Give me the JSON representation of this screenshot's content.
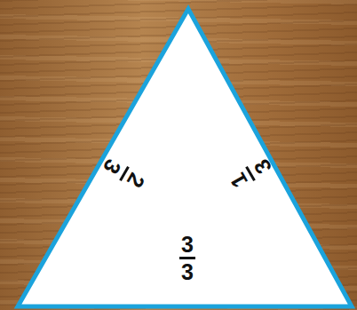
{
  "diagram": {
    "nodes": [
      {
        "text": [
          "2",
          "3",
          "1",
          "3",
          "3",
          "3"
        ]
      }
    ]
  }
}
